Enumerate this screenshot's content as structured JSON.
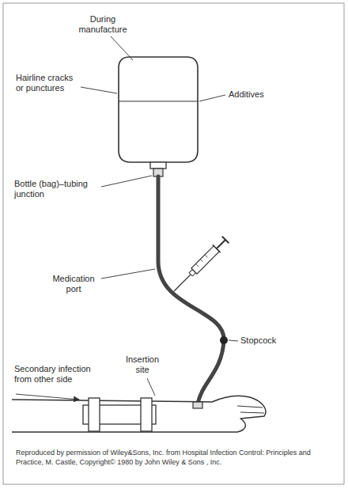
{
  "diagram": {
    "caption": "Reproduced by permission of Wiley&Sons, Inc. from Hospital Infection Control: Principles and Practice, M. Castle, Copyright© 1980 by John Wiley & Sons , Inc.",
    "labels": [
      "During manufacture",
      "Hairline cracks or punctures",
      "Additives",
      "Bottle (bag)–tubing junction",
      "Medication port",
      "Stopcock",
      "Insertion site",
      "Secondary infection from other side"
    ]
  }
}
